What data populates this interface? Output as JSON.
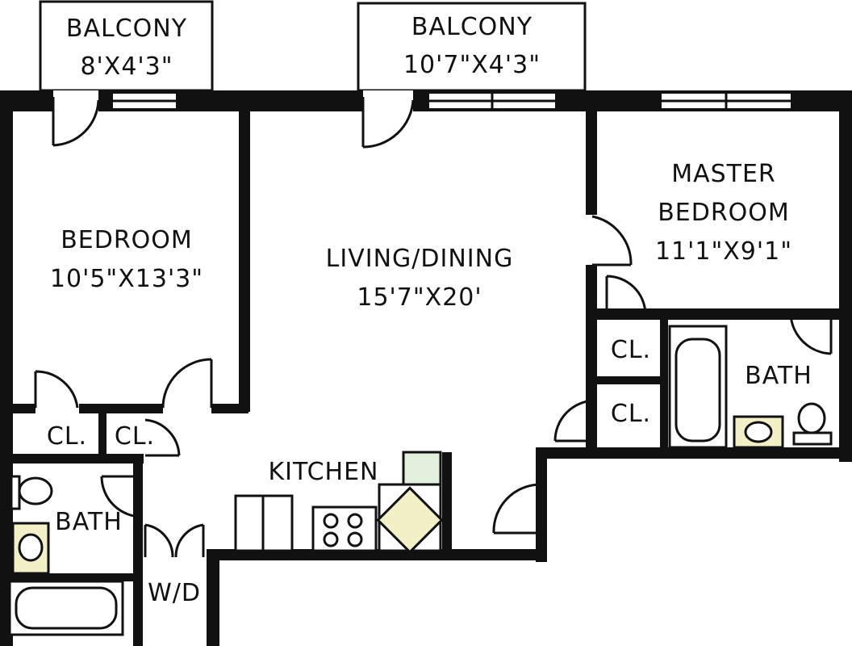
{
  "rooms": {
    "balcony_left": {
      "name": "BALCONY",
      "size": "8'X4'3\""
    },
    "balcony_center": {
      "name": "BALCONY",
      "size": "10'7\"X4'3\""
    },
    "bedroom": {
      "name": "BEDROOM",
      "size": "10'5\"X13'3\""
    },
    "living": {
      "name": "LIVING/DINING",
      "size": "15'7\"X20'"
    },
    "master": {
      "name_line1": "MASTER",
      "name_line2": "BEDROOM",
      "size": "11'1\"X9'1\""
    },
    "kitchen": {
      "name": "KITCHEN"
    },
    "bath_left": {
      "name": "BATH"
    },
    "bath_right": {
      "name": "BATH"
    },
    "closet_1": {
      "name": "CL."
    },
    "closet_2": {
      "name": "CL."
    },
    "closet_3": {
      "name": "CL."
    },
    "closet_4": {
      "name": "CL."
    },
    "laundry": {
      "name": "W/D"
    }
  },
  "colors": {
    "wall": "#111111",
    "fixture_fill": "#f3f0c8",
    "counter_fill": "#e3f0de"
  }
}
